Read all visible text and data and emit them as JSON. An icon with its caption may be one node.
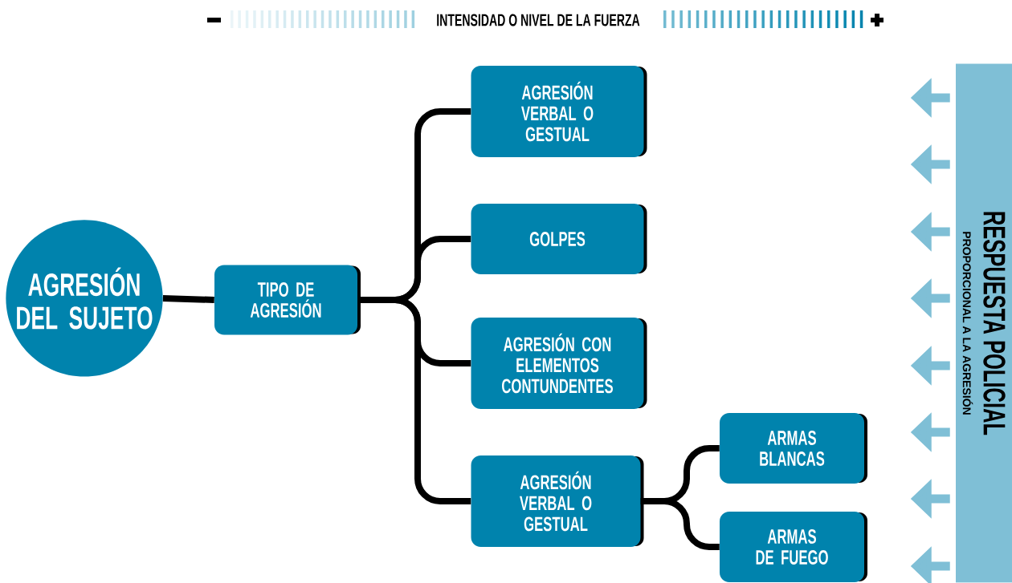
{
  "diagram": {
    "nodes": [
      {
        "text": [
          "AGRESIÓN DEL SUJETO"
        ]
      },
      {
        "text": [
          "TIPO DE AGRESIÓN"
        ]
      },
      {
        "text": [
          "AGRESIÓN VERBAL O GESTUAL"
        ]
      },
      {
        "text": [
          "GOLPES"
        ]
      },
      {
        "text": [
          "AGRESIÓN CON ELEMENTOS CONTUNDENTES"
        ]
      },
      {
        "text": [
          "AGRESIÓN VERBAL O GESTUAL"
        ]
      },
      {
        "text": [
          "ARMAS BLANCAS"
        ]
      },
      {
        "text": [
          "ARMAS DE FUEGO"
        ]
      },
      {
        "text": [
          "RESPUESTA POLICIAL",
          "PROPORCIONAL A LA AGRESIÓN"
        ]
      }
    ],
    "edges": [
      {
        "from": 0,
        "to": 1,
        "arrow": "none",
        "color": "#000000"
      },
      {
        "from": 1,
        "to": 2,
        "arrow": "none",
        "color": "#000000"
      },
      {
        "from": 1,
        "to": 3,
        "arrow": "none",
        "color": "#000000"
      },
      {
        "from": 1,
        "to": 4,
        "arrow": "none",
        "color": "#000000"
      },
      {
        "from": 1,
        "to": 5,
        "arrow": "none",
        "color": "#000000"
      },
      {
        "from": 5,
        "to": 6,
        "arrow": "none",
        "color": "#000000"
      },
      {
        "from": 5,
        "to": 7,
        "arrow": "none",
        "color": "#000000"
      },
      {
        "from": 8,
        "to": null,
        "arrow": "to",
        "color": "#7fbfd6"
      },
      {
        "from": 8,
        "to": null,
        "arrow": "to",
        "color": "#7fbfd6"
      },
      {
        "from": 8,
        "to": null,
        "arrow": "to",
        "color": "#7fbfd6"
      },
      {
        "from": 8,
        "to": null,
        "arrow": "to",
        "color": "#7fbfd6"
      },
      {
        "from": 8,
        "to": null,
        "arrow": "to",
        "color": "#7fbfd6"
      },
      {
        "from": 8,
        "to": null,
        "arrow": "to",
        "color": "#7fbfd6"
      },
      {
        "from": 8,
        "to": null,
        "arrow": "to",
        "color": "#7fbfd6"
      },
      {
        "from": 8,
        "to": null,
        "arrow": "to",
        "color": "#7fbfd6"
      }
    ],
    "labels": [
      "INTENSIDAD O NIVEL DE LA FUERZA"
    ]
  }
}
